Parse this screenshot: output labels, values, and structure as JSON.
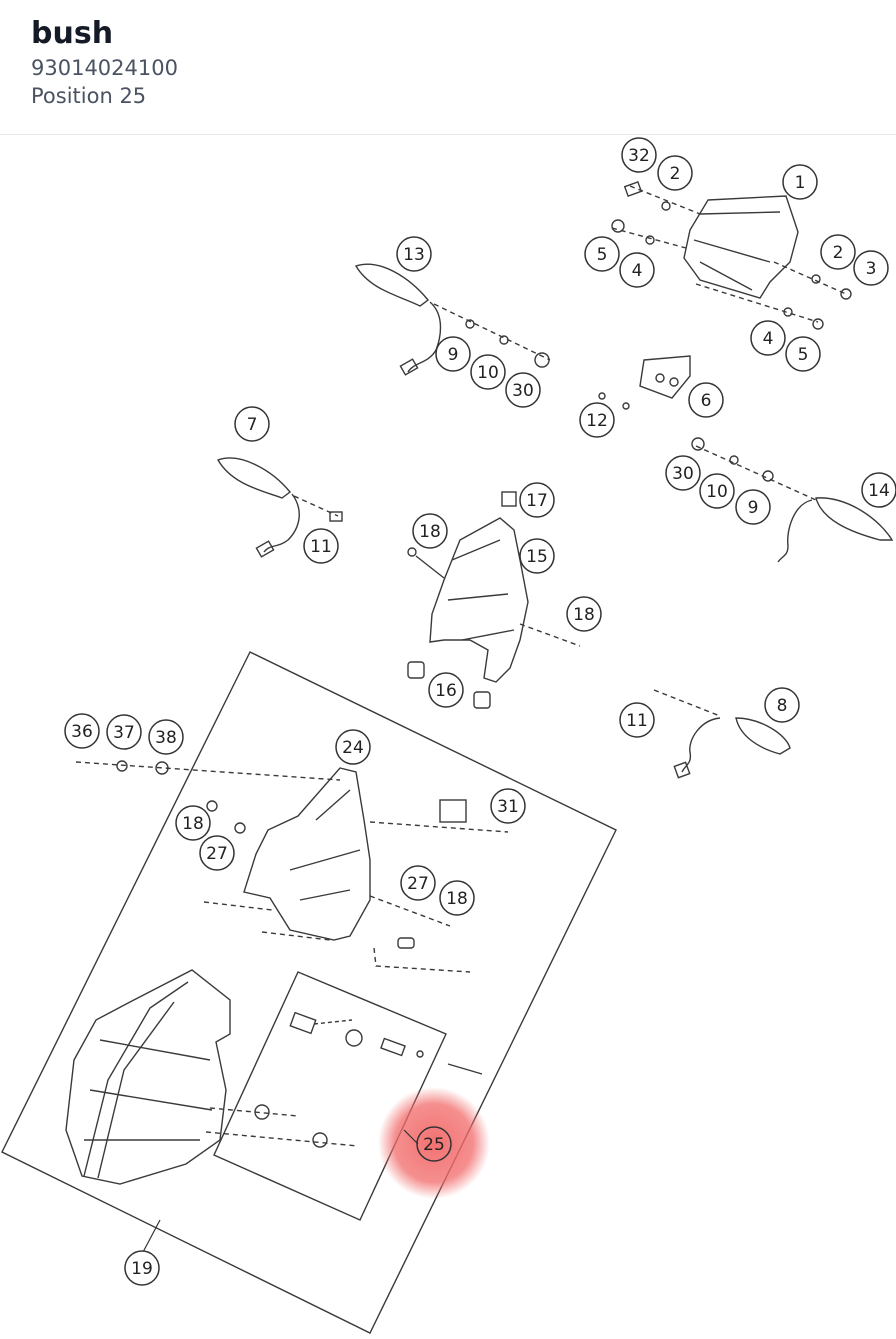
{
  "part": {
    "name": "bush",
    "number": "93014024100",
    "position_label": "Position 25"
  },
  "highlight": {
    "color": "#f26a6a",
    "callout": "25"
  },
  "callouts": [
    "32",
    "2",
    "1",
    "5",
    "4",
    "2",
    "3",
    "4",
    "5",
    "13",
    "9",
    "10",
    "30",
    "6",
    "12",
    "7",
    "11",
    "30",
    "10",
    "9",
    "14",
    "17",
    "18",
    "15",
    "18",
    "16",
    "11",
    "8",
    "36",
    "37",
    "38",
    "24",
    "31",
    "18",
    "27",
    "27",
    "18",
    "25",
    "19"
  ]
}
